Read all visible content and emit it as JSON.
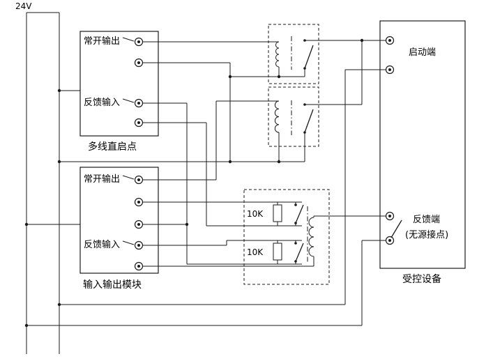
{
  "diagram": {
    "supply": "24V",
    "module1": {
      "caption": "多线直启点",
      "no_output": "常开输出",
      "feedback_in": "反馈输入"
    },
    "module2": {
      "caption": "输入输出模块",
      "no_output": "常开输出",
      "feedback_in": "反馈输入"
    },
    "relay_resistor1": "10K",
    "relay_resistor2": "10K",
    "device": {
      "caption": "受控设备",
      "start_terminal": "启动端",
      "feedback_terminal": "反馈端",
      "feedback_note": "(无源接点)"
    }
  }
}
